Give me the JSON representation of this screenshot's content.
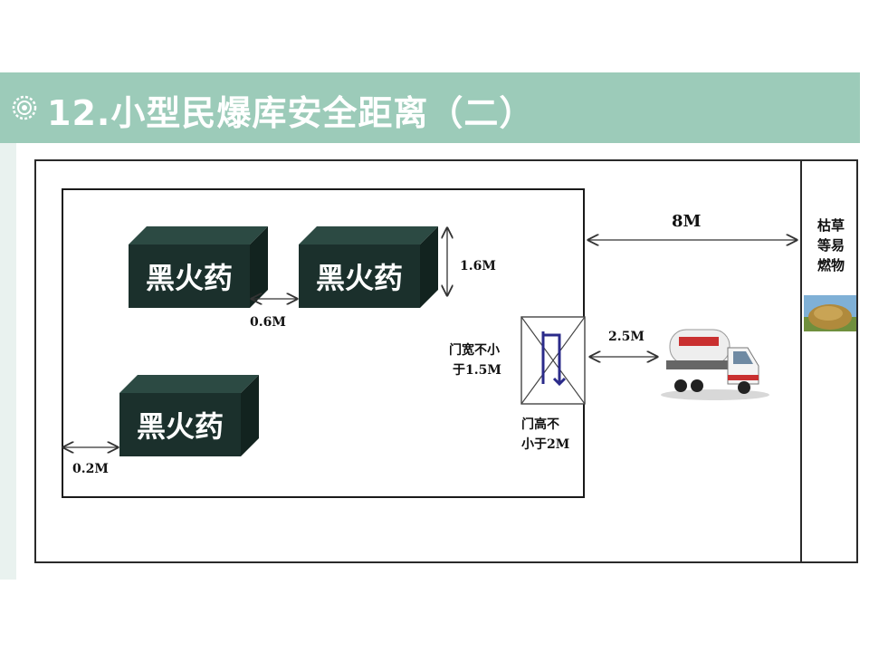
{
  "header": {
    "title": "12.小型民爆库安全距离（二）",
    "icon": "gear-icon",
    "bg_color": "#9ccbb9"
  },
  "boxes": [
    {
      "label": "黑火药"
    },
    {
      "label": "黑火药"
    },
    {
      "label": "黑火药"
    }
  ],
  "dimensions": {
    "gap_between_boxes": "0.6M",
    "box_height": "1.6M",
    "wall_gap": "0.2M",
    "to_fuel": "8M",
    "door_to_truck": "2.5M"
  },
  "door": {
    "width_note_line1": "门宽不小",
    "width_note_line2": "于1.5M",
    "height_note_line1": "门高不",
    "height_note_line2": "小于2M"
  },
  "fuel_zone": {
    "label_lines": [
      "枯草",
      "等易",
      "燃物"
    ],
    "image": "haystack-image"
  },
  "truck": {
    "image": "tanker-truck-image"
  },
  "colors": {
    "box": "#1b302c",
    "accent": "#9ccbb9"
  }
}
